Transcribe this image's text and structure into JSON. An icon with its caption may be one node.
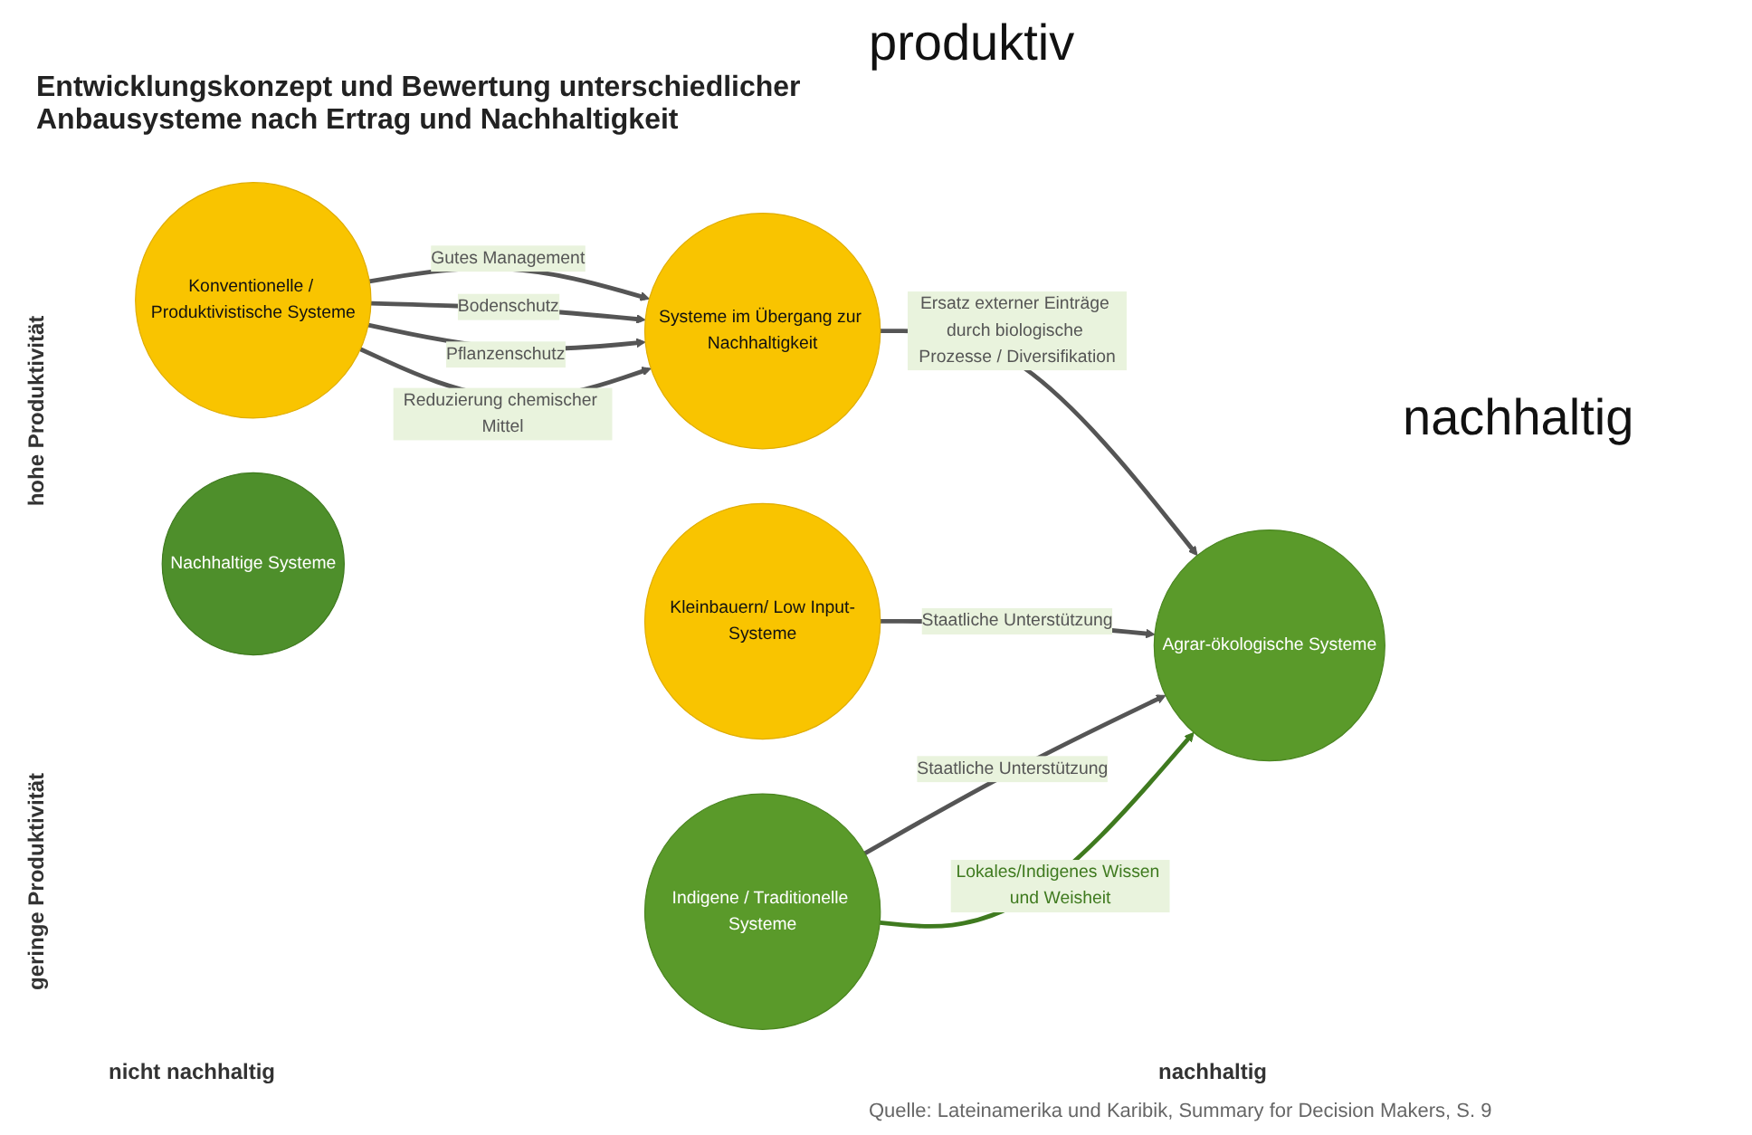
{
  "diagram": {
    "title": "Entwicklungskonzept und Bewertung unterschiedlicher Anbausysteme nach Ertrag und Nachhaltigkeit",
    "caption": "Quelle: Lateinamerika und Karibik, Summary for Decision Makers, S. 9",
    "nodes": [
      {
        "text": [
          "Konventionelle / Produktivistische Systeme"
        ]
      },
      {
        "text": [
          "Systeme im Übergang zur Nachhaltigkeit"
        ]
      },
      {
        "text": [
          "Kleinbauern/ Low Input-Systeme"
        ]
      },
      {
        "text": [
          "Indigene / Traditionelle Systeme"
        ]
      },
      {
        "text": [
          "Agrar-ökologische Systeme"
        ]
      },
      {
        "text": [
          "Nachhaltige Systeme"
        ]
      }
    ],
    "edges": [
      {
        "from": 0,
        "to": 1,
        "arrow": "to",
        "label": "Gutes Management"
      },
      {
        "from": 0,
        "to": 1,
        "arrow": "to",
        "label": "Bodenschutz"
      },
      {
        "from": 0,
        "to": 1,
        "arrow": "to",
        "label": "Pflanzenschutz"
      },
      {
        "from": 0,
        "to": 1,
        "arrow": "to",
        "label": "Reduzierung chemischer Mittel"
      },
      {
        "from": 1,
        "to": 4,
        "arrow": "to",
        "label": "Ersatz externer Einträge durch biologische Prozesse / Diversifikation"
      },
      {
        "from": 2,
        "to": 4,
        "arrow": "to",
        "label": "Staatliche Unterstützung"
      },
      {
        "from": 3,
        "to": 4,
        "arrow": "to",
        "label": "Staatliche Unterstützung"
      },
      {
        "from": 3,
        "to": 4,
        "arrow": "to",
        "label": "Lokales/Indigenes Wissen und Weisheit",
        "color": "#3f7a1f"
      }
    ],
    "labels": [
      "produktiv",
      "nachhaltig",
      "hohe Produktivität",
      "geringe Produktivität",
      "nicht nachhaltig",
      "nachhaltig"
    ]
  }
}
